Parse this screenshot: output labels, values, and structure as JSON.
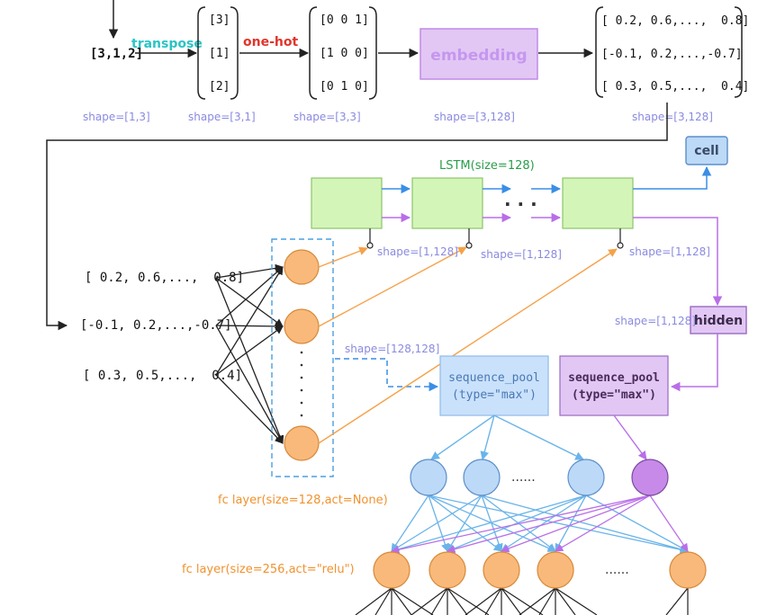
{
  "input": {
    "value": "[3,1,2]",
    "shape": "shape=[1,3]"
  },
  "transpose": {
    "label": "transpose",
    "rows": [
      "[3]",
      "[1]",
      "[2]"
    ],
    "shape": "shape=[3,1]"
  },
  "onehot": {
    "label": "one-hot",
    "rows": [
      "[0 0 1]",
      "[1 0 0]",
      "[0 1 0]"
    ],
    "shape": "shape=[3,3]"
  },
  "embedding": {
    "label": "embedding",
    "shape": "shape=[3,128]",
    "rows": [
      "[ 0.2, 0.6,...,  0.8]",
      "[-0.1, 0.2,...,-0.7]",
      "[ 0.3, 0.5,...,  0.4]"
    ],
    "out_shape": "shape=[3,128]"
  },
  "lstm": {
    "title": "LSTM(size=128)",
    "dots": "· · ·",
    "cell_label": "cell",
    "hidden_label": "hidden",
    "step_shapes": [
      "shape=[1,128]",
      "shape=[1,128]",
      "shape=[1,128]"
    ],
    "hidden_shape": "shape=[1,128]"
  },
  "input_rows": [
    "[ 0.2, 0.6,...,  0.8]",
    "[-0.1, 0.2,...,-0.7]",
    "[ 0.3, 0.5,...,  0.4]"
  ],
  "fc128": {
    "label": "fc layer(size=128,act=None)",
    "shape": "shape=[128,128]",
    "vdots": ". . . . . ."
  },
  "pool_a": {
    "line1": "sequence_pool",
    "line2": "(type=\"max\")"
  },
  "pool_b": {
    "line1": "sequence_pool",
    "line2": "(type=\"max\")"
  },
  "concat_dots": "......",
  "fc256": {
    "label": "fc layer(size=256,act=\"relu\")",
    "dots": "......"
  },
  "colors": {
    "teal": "#2bc4c4",
    "red": "#e0352b",
    "purple": "#b96ee8",
    "blue": "#3a8ee6",
    "orange": "#f5a24a",
    "green": "#2a9d4a",
    "shape_text": "#8a8ae0",
    "lstm_fill": "#d4f5b8",
    "node_orange": "#f9b97a",
    "node_blue": "#bcd9f7",
    "node_purple": "#c78ae8",
    "pool_blue_fill": "#c9e1fb",
    "pool_purple_fill": "#e2c7f5"
  }
}
